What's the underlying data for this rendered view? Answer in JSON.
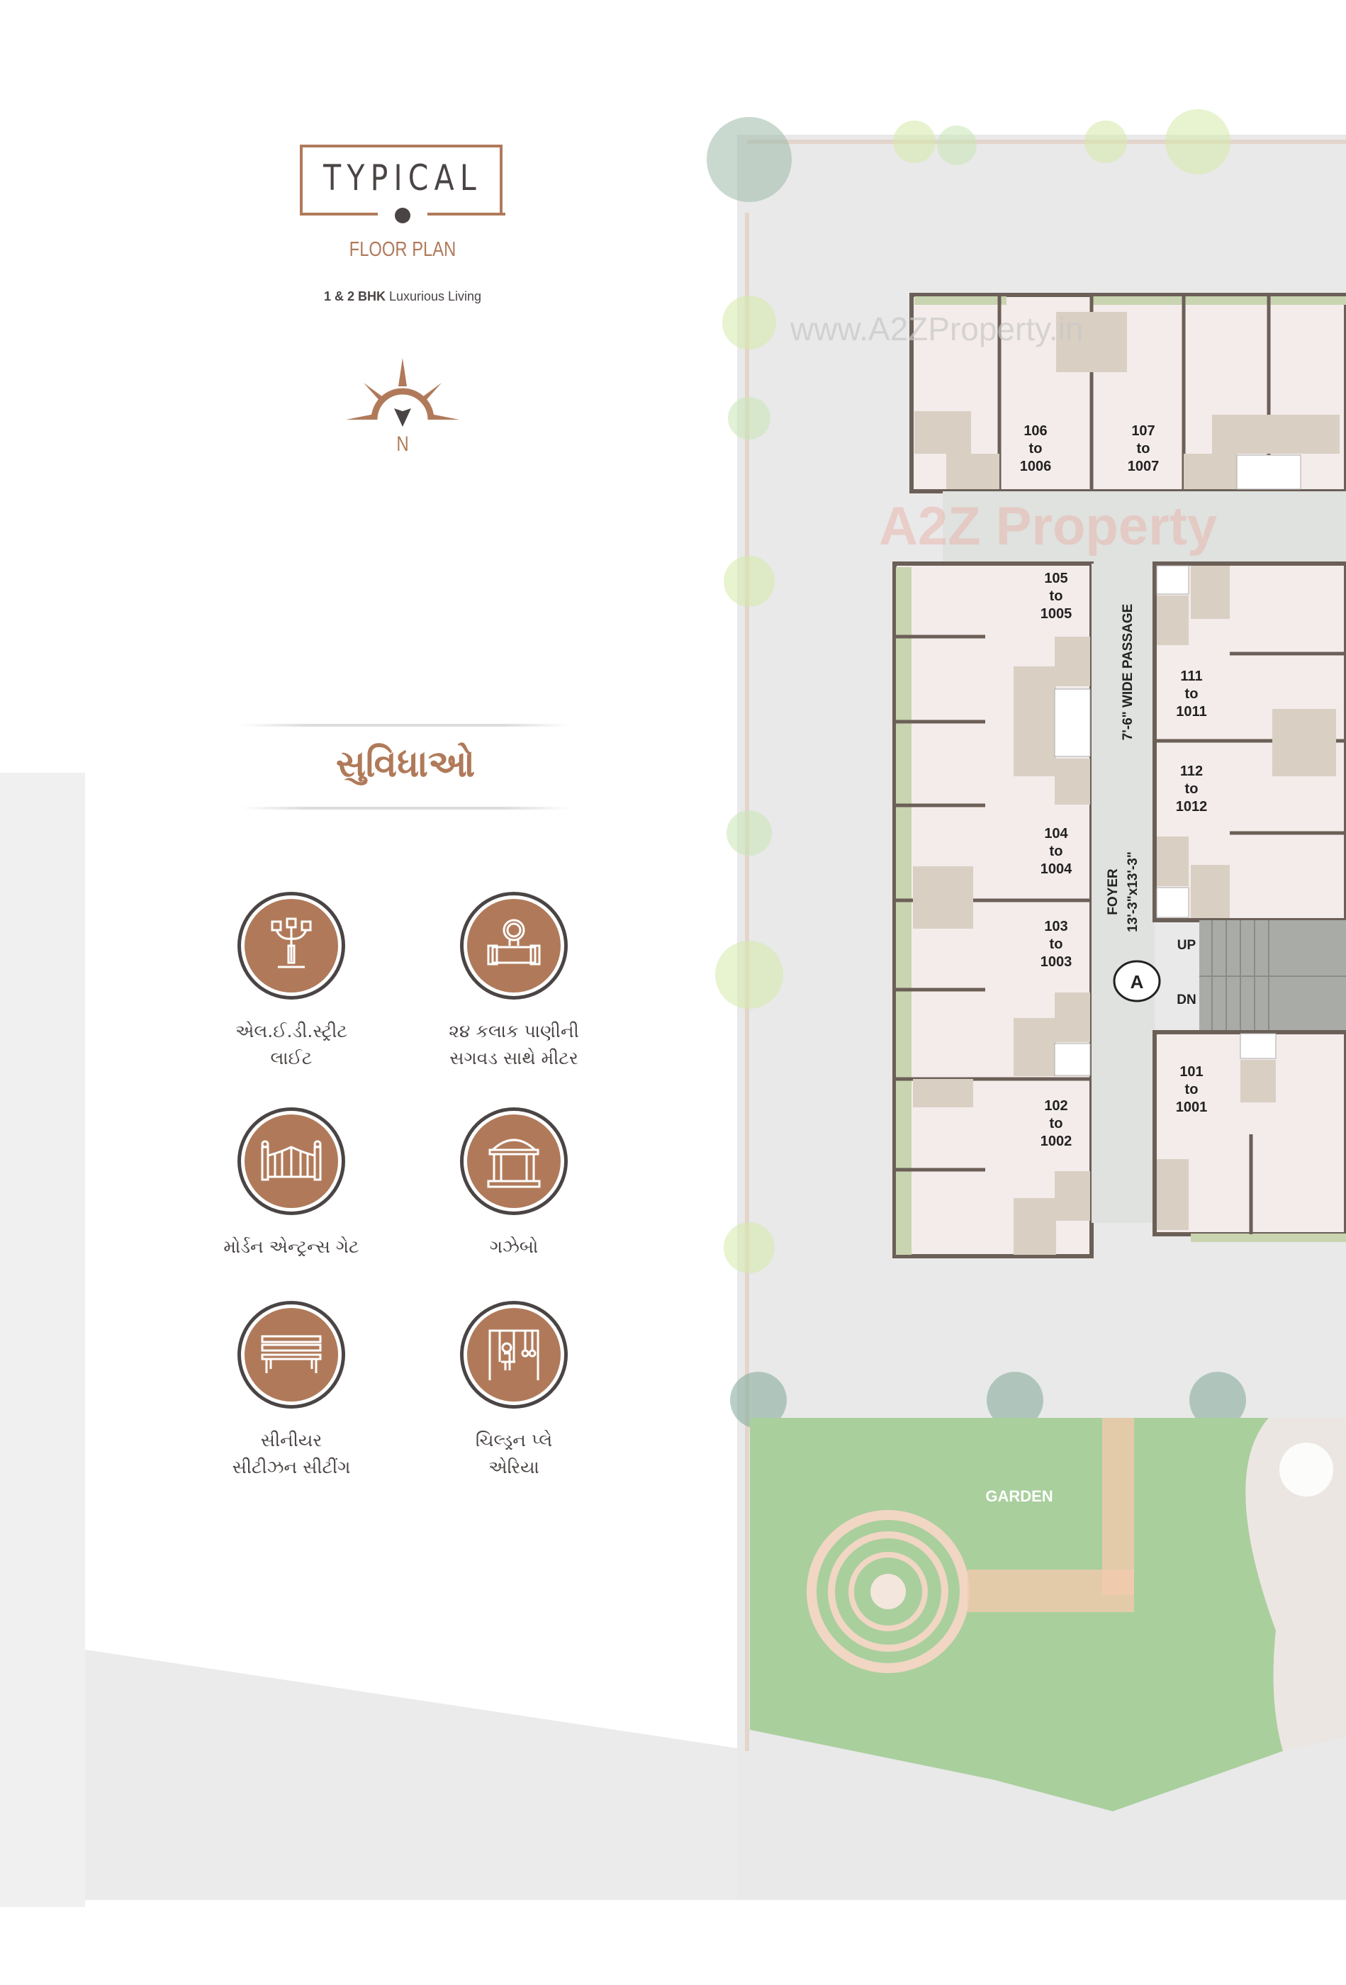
{
  "header": {
    "title": "TYPICAL",
    "subtitle": "FLOOR PLAN",
    "tagline_bold": "1 & 2 BHK",
    "tagline_rest": " Luxurious Living",
    "compass_label": "N"
  },
  "amenities": {
    "heading": "સુવિધાઓ",
    "items": [
      {
        "icon": "street-light-icon",
        "label": "એલ.ઈ.ડી.સ્ટ્રીટ\nલાઈટ"
      },
      {
        "icon": "water-meter-icon",
        "label": "૨૪ કલાક પાણીની\nસગવડ સાથે મીટર"
      },
      {
        "icon": "entrance-gate-icon",
        "label": "મોર્ડન એન્ટ્રન્સ ગેટ"
      },
      {
        "icon": "gazebo-icon",
        "label": "ગઝેબો"
      },
      {
        "icon": "bench-icon",
        "label": "સીનીયર\nસીટીઝન સીટીંગ"
      },
      {
        "icon": "swing-icon",
        "label": "ચિલ્ડ્રન પ્લે\nએરિયા"
      }
    ]
  },
  "plan": {
    "units": [
      {
        "top": "106",
        "mid": "to",
        "bottom": "1006"
      },
      {
        "top": "107",
        "mid": "to",
        "bottom": "1007"
      },
      {
        "top": "105",
        "mid": "to",
        "bottom": "1005"
      },
      {
        "top": "111",
        "mid": "to",
        "bottom": "1011"
      },
      {
        "top": "112",
        "mid": "to",
        "bottom": "1012"
      },
      {
        "top": "104",
        "mid": "to",
        "bottom": "1004"
      },
      {
        "top": "103",
        "mid": "to",
        "bottom": "1003"
      },
      {
        "top": "102",
        "mid": "to",
        "bottom": "1002"
      },
      {
        "top": "101",
        "mid": "to",
        "bottom": "1001"
      }
    ],
    "passage_label": "7'-6\" WIDE PASSAGE",
    "foyer_label": "FOYER",
    "foyer_size": "13'-3\"x13'-3\"",
    "wing_label": "A",
    "stair_up": "UP",
    "stair_down": "DN",
    "garden_label": "GARDEN",
    "watermark_url": "www.A2ZProperty.in",
    "watermark_logo": "A2Z Property"
  },
  "colors": {
    "accent": "#b07a5a",
    "dark": "#4a4544",
    "room": "#f4eceb",
    "wall": "#6b5f57",
    "balcony": "#c9d4b0",
    "garden": "#a9cf9d",
    "site": "#e8e8e8"
  }
}
